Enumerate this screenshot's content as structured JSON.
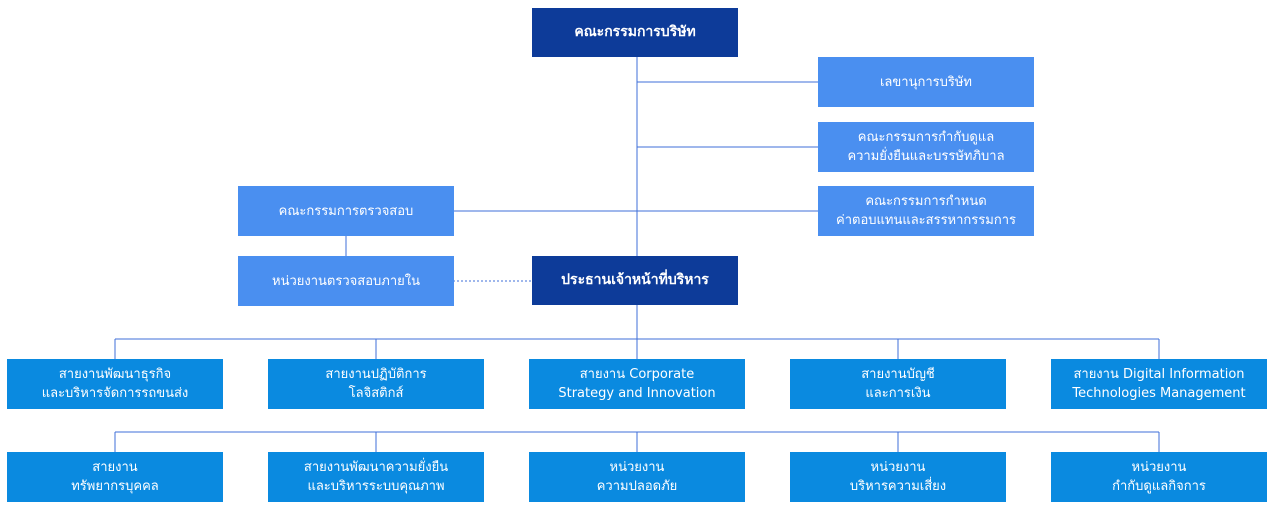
{
  "colors": {
    "top_level": "#0d3b99",
    "committee": "#4a8ff0",
    "division": "#0a8ae0",
    "connector": "#3f6fd8"
  },
  "board": "คณะกรรมการบริษัท",
  "board_side": [
    "เลขานุการบริษัท",
    "คณะกรรมการกำกับดูแล\nความยั่งยืนและบรรษัทภิบาล",
    "คณะกรรมการกำหนด\nค่าตอบแทนและสรรหากรรมการ"
  ],
  "audit_committee": "คณะกรรมการตรวจสอบ",
  "internal_audit": "หน่วยงานตรวจสอบภายใน",
  "ceo": "ประธานเจ้าหน้าที่บริหาร",
  "divisions_row1": [
    "สายงานพัฒนาธุรกิจ\nและบริหารจัดการรถขนส่ง",
    "สายงานปฏิบัติการ\nโลจิสติกส์",
    "สายงาน Corporate\nStrategy and Innovation",
    "สายงานบัญชี\nและการเงิน",
    "สายงาน Digital Information\nTechnologies Management"
  ],
  "divisions_row2": [
    "สายงาน\nทรัพยากรบุคคล",
    "สายงานพัฒนาความยั่งยืน\nและบริหารระบบคุณภาพ",
    "หน่วยงาน\nความปลอดภัย",
    "หน่วยงาน\nบริหารความเสี่ยง",
    "หน่วยงาน\nกำกับดูแลกิจการ"
  ]
}
